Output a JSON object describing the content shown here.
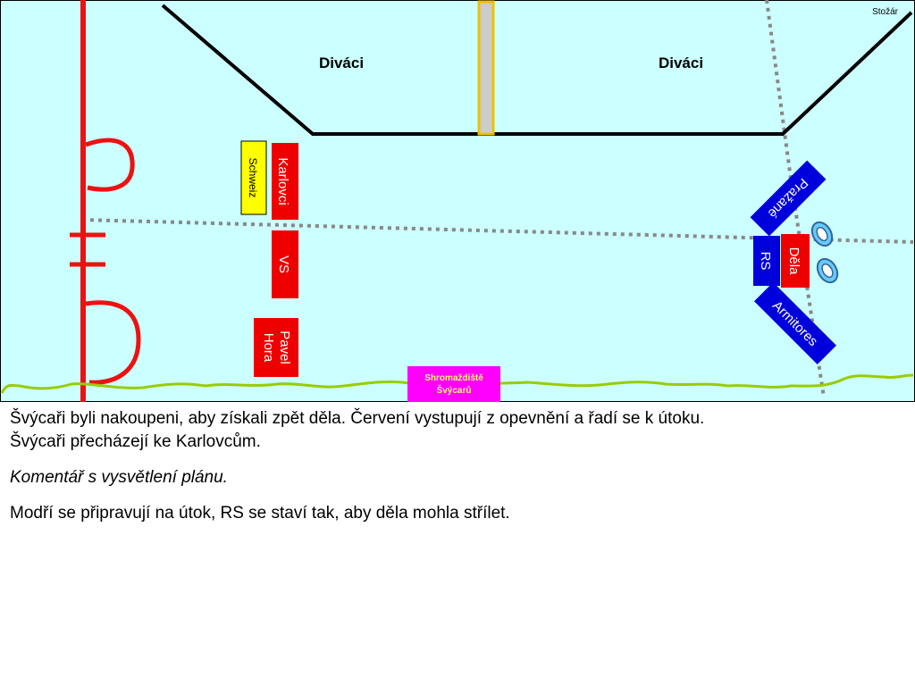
{
  "map": {
    "colors": {
      "field": "#ccffff",
      "red_unit": "#ee0000",
      "blue_unit": "#0000dd",
      "yellow_unit": "#ffff00",
      "magenta_box": "#ff00ff",
      "grass": "#99cc00",
      "line_red": "#ee1111",
      "fence": "#000000",
      "dotted": "#888888",
      "pole": "#cccccc",
      "pole_border": "#f0c000"
    },
    "labels": {
      "stozar": "Stožár",
      "divaci_left": "Diváci",
      "divaci_right": "Diváci"
    },
    "units": {
      "schweiz": "Schweiz",
      "karlovci": "Karlovci",
      "vs": "VS",
      "pavel_hora_1": "Pavel",
      "pavel_hora_2": "Hora",
      "prazane": "Pražané",
      "rs": "RS",
      "dela": "Děla",
      "armitores": "Armitores",
      "shromazdiste_1": "Shromaždiště",
      "shromazdiste_2": "Švýcarů"
    },
    "icons": [
      "cannon-icon",
      "cannon-icon"
    ]
  },
  "notes": {
    "line1": "Švýcaři byli nakoupeni, aby získali zpět děla. Červení vystupují z opevnění a řadí se k útoku.",
    "line2": "Švýcaři přecházejí ke Karlovcům.",
    "comment": "Komentář s vysvětlení plánu.",
    "line3": "Modří se připravují na útok, RS se staví tak, aby děla mohla střílet."
  }
}
